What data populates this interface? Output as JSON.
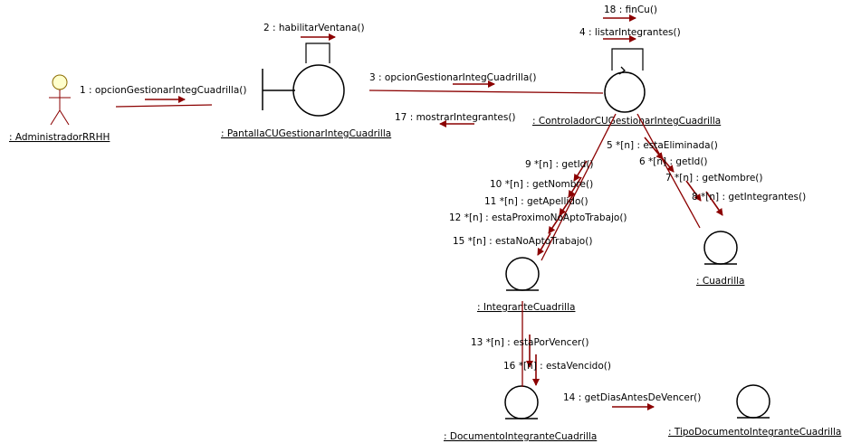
{
  "colors": {
    "link": "#8b0000",
    "shape": "#000000",
    "actor_fill": "#ffffcc",
    "background": "#ffffff"
  },
  "objects": {
    "actor": ": AdministradorRRHH",
    "boundary": ": PantallaCUGestionarIntegCuadrilla",
    "controller": ": ControladorCUGestionarIntegCuadrilla",
    "integrante": ": IntegranteCuadrilla",
    "cuadrilla": ": Cuadrilla",
    "documento": ": DocumentoIntegranteCuadrilla",
    "tipo_documento": ": TipoDocumentoIntegranteCuadrilla"
  },
  "messages": {
    "m1": "1 : opcionGestionarIntegCuadrilla()",
    "m2": "2 : habilitarVentana()",
    "m3": "3 : opcionGestionarIntegCuadrilla()",
    "m4": "4 : listarIntegrantes()",
    "m5": "5 *[n] : estaEliminada()",
    "m6": "6 *[n] : getId()",
    "m7": "7 *[n] : getNombre()",
    "m8": "8 *[n] : getIntegrantes()",
    "m9": "9 *[n] : getId()",
    "m10": "10 *[n] : getNombre()",
    "m11": "11 *[n] : getApellido()",
    "m12": "12 *[n] : estaProximoNoAptoTrabajo()",
    "m13": "13 *[n] : estaPorVencer()",
    "m14": "14 : getDiasAntesDeVencer()",
    "m15": "15 *[n] : estaNoAptoTrabajo()",
    "m16": "16 *[n] : estaVencido()",
    "m17": "17 : mostrarIntegrantes()",
    "m18": "18 : finCu()"
  }
}
